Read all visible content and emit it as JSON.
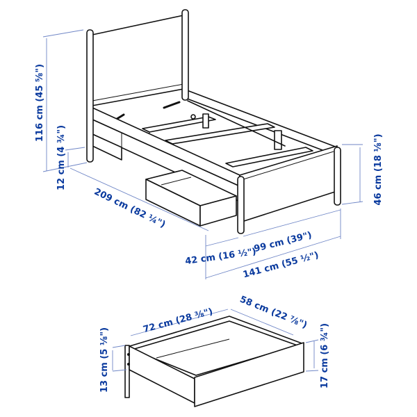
{
  "bed": {
    "total_height": "116 cm (45 ⅝\")",
    "clearance_height": "12 cm (4 ¾\")",
    "length": "209 cm (82 ¼\")",
    "drawer_offset": "42 cm (16 ½\")",
    "inner_width": "99 cm (39\")",
    "total_width": "141 cm (55 ½\")",
    "footboard_height": "46 cm (18 ⅛\")"
  },
  "drawer": {
    "depth": "72 cm (28 ⅜\")",
    "width": "58 cm (22 ⅞\")",
    "side_height": "13 cm (5 ⅛\")",
    "front_height": "17 cm (6 ¾\")"
  },
  "colors": {
    "label": "#0a3a9e",
    "dimension_line": "#6f86c6",
    "outline": "#111111"
  }
}
